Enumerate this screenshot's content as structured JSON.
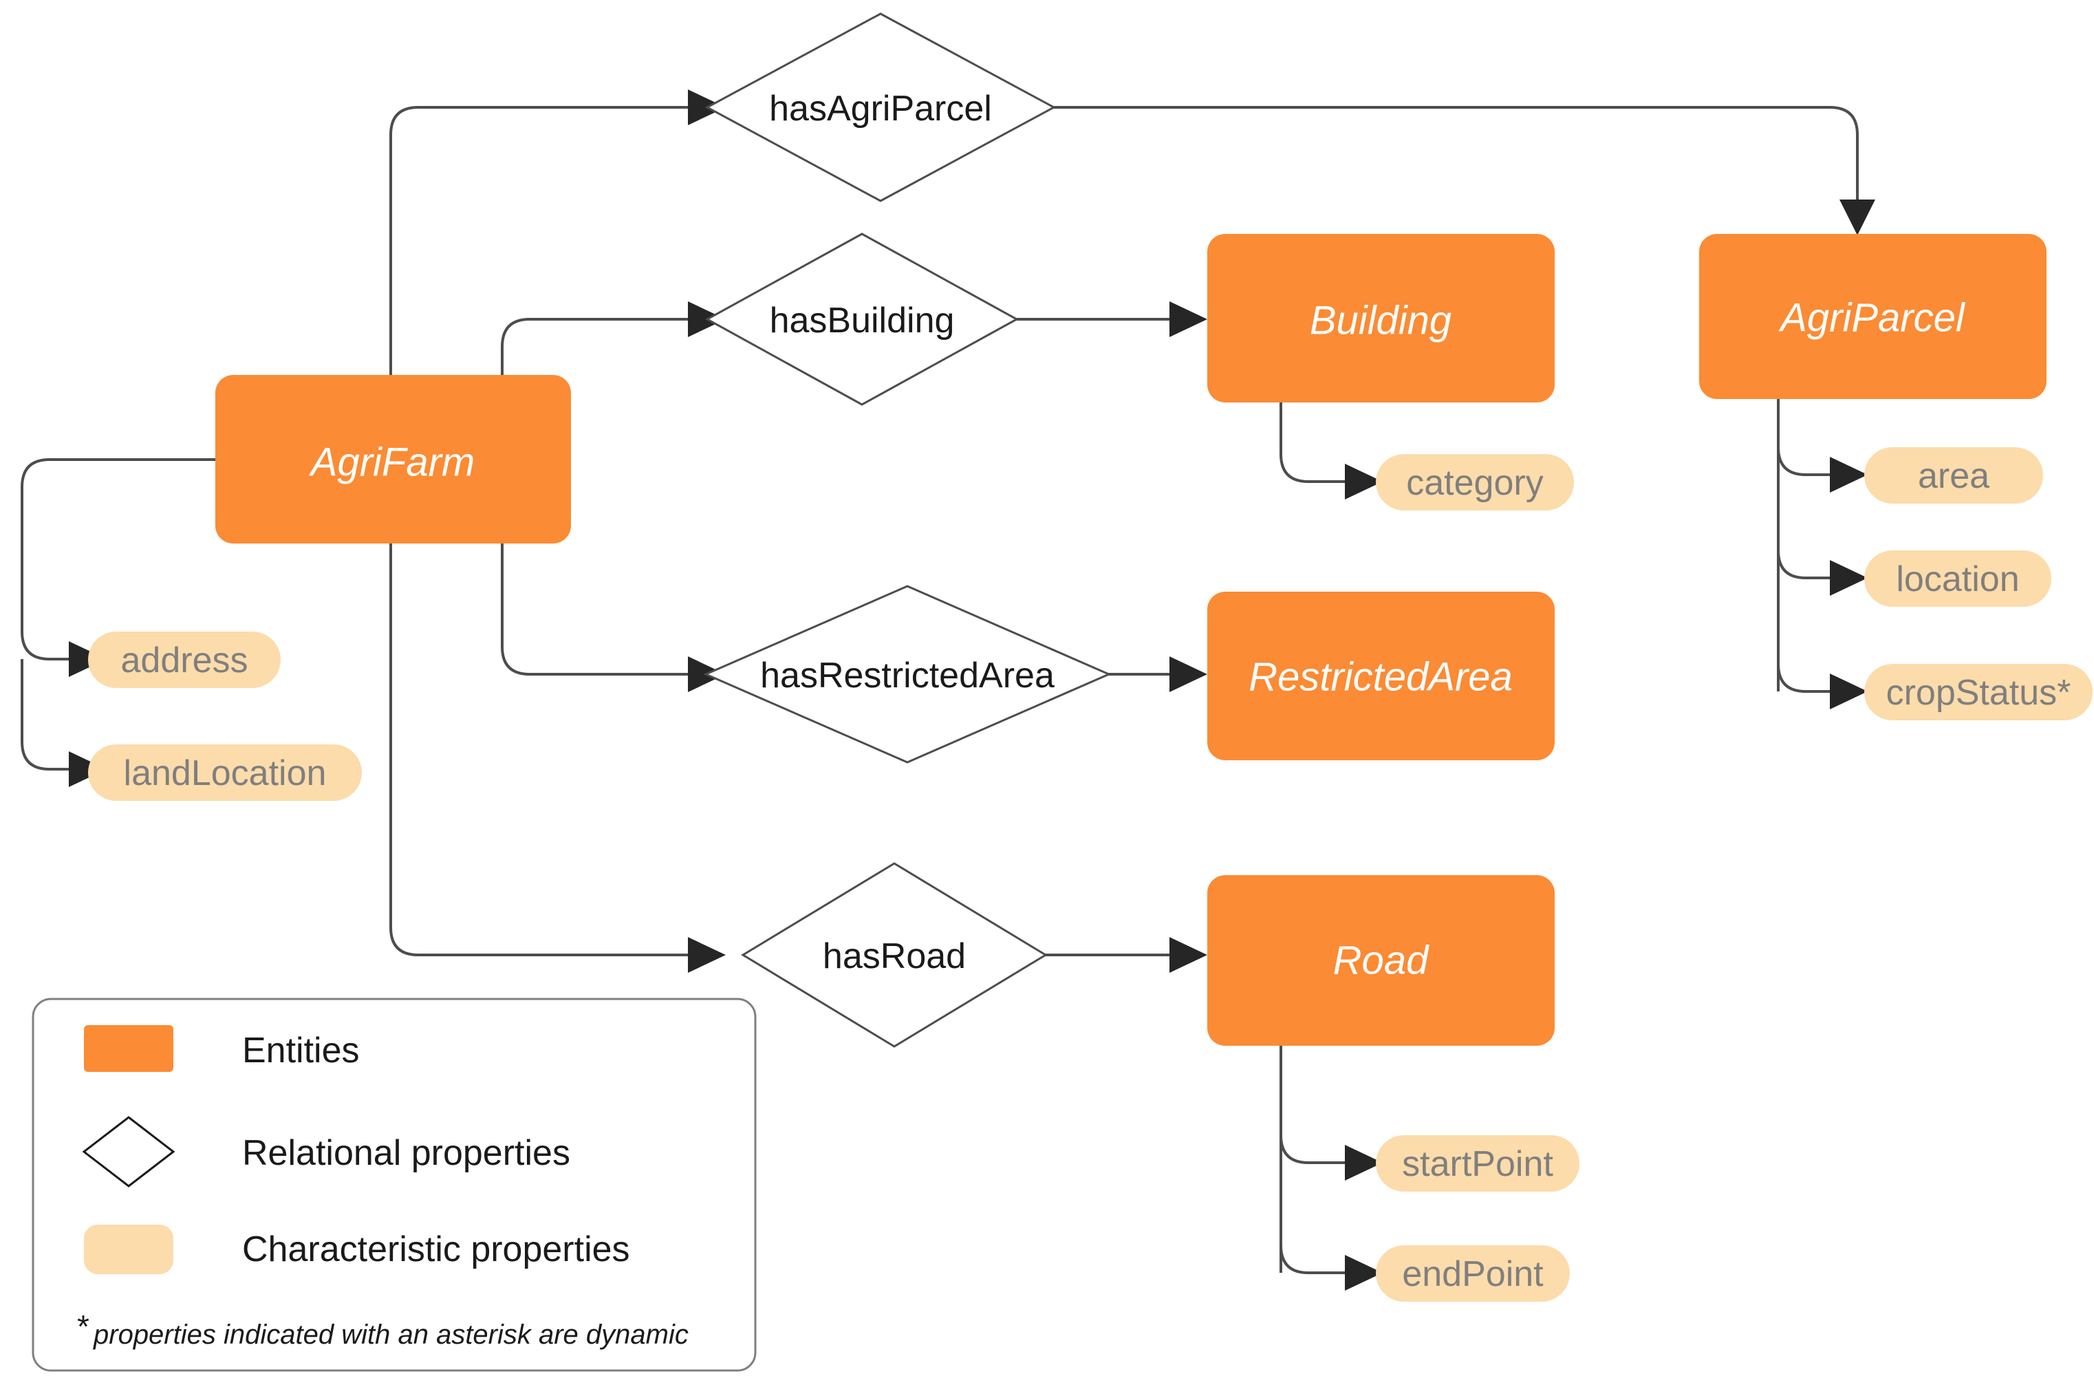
{
  "diagram": {
    "title": "AgriFarm ontology entity-relationship diagram",
    "colors": {
      "entity_fill": "#fb8b34",
      "characteristic_fill": "#fcdcab",
      "relational_fill": "#ffffff",
      "relational_stroke": "#4d4d4d",
      "connector_stroke": "#4d4d4d",
      "arrowhead_fill": "#262626",
      "entity_text": "#ffffff",
      "characteristic_text": "#7f7f7f",
      "relational_text": "#1a1a1a",
      "background": "#ffffff"
    },
    "entities": [
      {
        "id": "agrifarm",
        "label": "AgriFarm"
      },
      {
        "id": "building",
        "label": "Building"
      },
      {
        "id": "agriparcel",
        "label": "AgriParcel"
      },
      {
        "id": "restrictedarea",
        "label": "RestrictedArea"
      },
      {
        "id": "road",
        "label": "Road"
      }
    ],
    "relational_properties": [
      {
        "id": "hasagriparcel",
        "label": "hasAgriParcel",
        "from": "agrifarm",
        "to": "agriparcel"
      },
      {
        "id": "hasbuilding",
        "label": "hasBuilding",
        "from": "agrifarm",
        "to": "building"
      },
      {
        "id": "hasrestrictedarea",
        "label": "hasRestrictedArea",
        "from": "agrifarm",
        "to": "restrictedarea"
      },
      {
        "id": "hasroad",
        "label": "hasRoad",
        "from": "agrifarm",
        "to": "road"
      }
    ],
    "characteristic_properties": [
      {
        "id": "address",
        "label": "address",
        "owner": "agrifarm",
        "dynamic": false
      },
      {
        "id": "landlocation",
        "label": "landLocation",
        "owner": "agrifarm",
        "dynamic": false
      },
      {
        "id": "category",
        "label": "category",
        "owner": "building",
        "dynamic": false
      },
      {
        "id": "area",
        "label": "area",
        "owner": "agriparcel",
        "dynamic": false
      },
      {
        "id": "location",
        "label": "location",
        "owner": "agriparcel",
        "dynamic": false
      },
      {
        "id": "cropstatus",
        "label": "cropStatus*",
        "owner": "agriparcel",
        "dynamic": true
      },
      {
        "id": "startpoint",
        "label": "startPoint",
        "owner": "road",
        "dynamic": false
      },
      {
        "id": "endpoint",
        "label": "endPoint",
        "owner": "road",
        "dynamic": false
      }
    ],
    "legend": {
      "items": [
        {
          "id": "entities",
          "label": "Entities",
          "shape": "rectangle"
        },
        {
          "id": "relational-properties",
          "label": "Relational properties",
          "shape": "diamond"
        },
        {
          "id": "characteristic-properties",
          "label": "Characteristic properties",
          "shape": "pill"
        }
      ],
      "note_marker": "*",
      "note": "properties indicated with an asterisk are dynamic"
    }
  }
}
